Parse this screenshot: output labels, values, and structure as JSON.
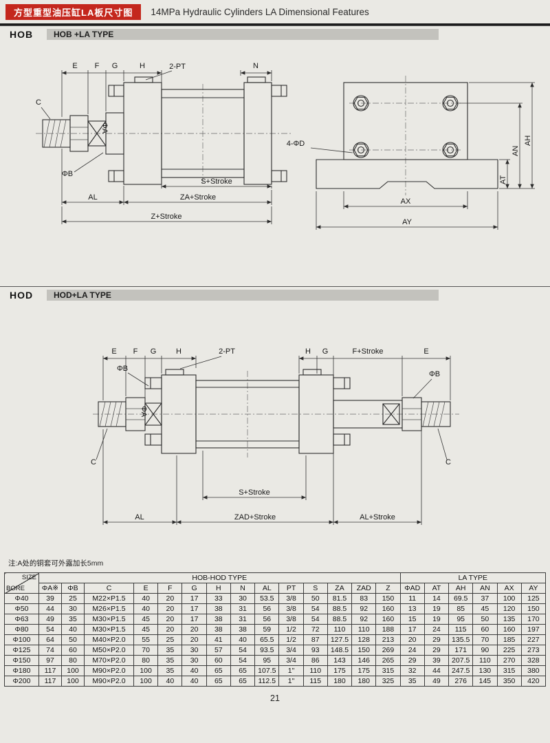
{
  "header": {
    "title_cn": "方型重型油压缸LA板尺寸图",
    "title_en": "14MPa Hydraulic Cylinders LA Dimensional Features"
  },
  "hob_section": {
    "code": "HOB",
    "type_label": "HOB +LA TYPE",
    "dims": {
      "e": "E",
      "f": "F",
      "g": "G",
      "h": "H",
      "n": "N",
      "pt": "2-PT",
      "c": "C",
      "phi_a": "ΦA",
      "phi_b": "ΦB",
      "s_stroke": "S+Stroke",
      "al": "AL",
      "za_stroke": "ZA+Stroke",
      "z_stroke": "Z+Stroke",
      "phi_d": "4-ΦD",
      "ah": "AH",
      "an": "AN",
      "at": "AT",
      "ax": "AX",
      "ay": "AY"
    }
  },
  "hod_section": {
    "code": "HOD",
    "type_label": "HOD+LA TYPE",
    "dims": {
      "e": "E",
      "f": "F",
      "g": "G",
      "h": "H",
      "pt": "2-PT",
      "h2": "H",
      "g2": "G",
      "f_stroke": "F+Stroke",
      "e2": "E",
      "phi_a": "ΦA",
      "phi_b_left": "ΦB",
      "phi_b_right": "ΦB",
      "c_left": "C",
      "c_right": "C",
      "s_stroke": "S+Stroke",
      "al": "AL",
      "zad_stroke": "ZAD+Stroke",
      "al_stroke": "AL+Stroke"
    }
  },
  "note": "注:A处的铜套可外露加长5mm",
  "table": {
    "group_hob_hod": "HOB-HOD TYPE",
    "group_la": "LA TYPE",
    "corner": {
      "top": "SIZE",
      "bottom": "BORE"
    },
    "columns": [
      "ΦA※",
      "ΦB",
      "C",
      "E",
      "F",
      "G",
      "H",
      "N",
      "AL",
      "PT",
      "S",
      "ZA",
      "ZAD",
      "Z",
      "ΦAD",
      "AT",
      "AH",
      "AN",
      "AX",
      "AY"
    ],
    "rows": [
      [
        "Φ40",
        "39",
        "25",
        "M22×P1.5",
        "40",
        "20",
        "17",
        "33",
        "30",
        "53.5",
        "3/8",
        "50",
        "81.5",
        "83",
        "150",
        "11",
        "14",
        "69.5",
        "37",
        "100",
        "125"
      ],
      [
        "Φ50",
        "44",
        "30",
        "M26×P1.5",
        "40",
        "20",
        "17",
        "38",
        "31",
        "56",
        "3/8",
        "54",
        "88.5",
        "92",
        "160",
        "13",
        "19",
        "85",
        "45",
        "120",
        "150"
      ],
      [
        "Φ63",
        "49",
        "35",
        "M30×P1.5",
        "45",
        "20",
        "17",
        "38",
        "31",
        "56",
        "3/8",
        "54",
        "88.5",
        "92",
        "160",
        "15",
        "19",
        "95",
        "50",
        "135",
        "170"
      ],
      [
        "Φ80",
        "54",
        "40",
        "M30×P1.5",
        "45",
        "20",
        "20",
        "38",
        "38",
        "59",
        "1/2",
        "72",
        "110",
        "110",
        "188",
        "17",
        "24",
        "115",
        "60",
        "160",
        "197"
      ],
      [
        "Φ100",
        "64",
        "50",
        "M40×P2.0",
        "55",
        "25",
        "20",
        "41",
        "40",
        "65.5",
        "1/2",
        "87",
        "127.5",
        "128",
        "213",
        "20",
        "29",
        "135.5",
        "70",
        "185",
        "227"
      ],
      [
        "Φ125",
        "74",
        "60",
        "M50×P2.0",
        "70",
        "35",
        "30",
        "57",
        "54",
        "93.5",
        "3/4",
        "93",
        "148.5",
        "150",
        "269",
        "24",
        "29",
        "171",
        "90",
        "225",
        "273"
      ],
      [
        "Φ150",
        "97",
        "80",
        "M70×P2.0",
        "80",
        "35",
        "30",
        "60",
        "54",
        "95",
        "3/4",
        "86",
        "143",
        "146",
        "265",
        "29",
        "39",
        "207.5",
        "110",
        "270",
        "328"
      ],
      [
        "Φ180",
        "117",
        "100",
        "M90×P2.0",
        "100",
        "35",
        "40",
        "65",
        "65",
        "107.5",
        "1\"",
        "110",
        "175",
        "175",
        "315",
        "32",
        "44",
        "247.5",
        "130",
        "315",
        "380"
      ],
      [
        "Φ200",
        "117",
        "100",
        "M90×P2.0",
        "100",
        "40",
        "40",
        "65",
        "65",
        "112.5",
        "1\"",
        "115",
        "180",
        "180",
        "325",
        "35",
        "49",
        "276",
        "145",
        "350",
        "420"
      ]
    ]
  },
  "page_number": "21"
}
